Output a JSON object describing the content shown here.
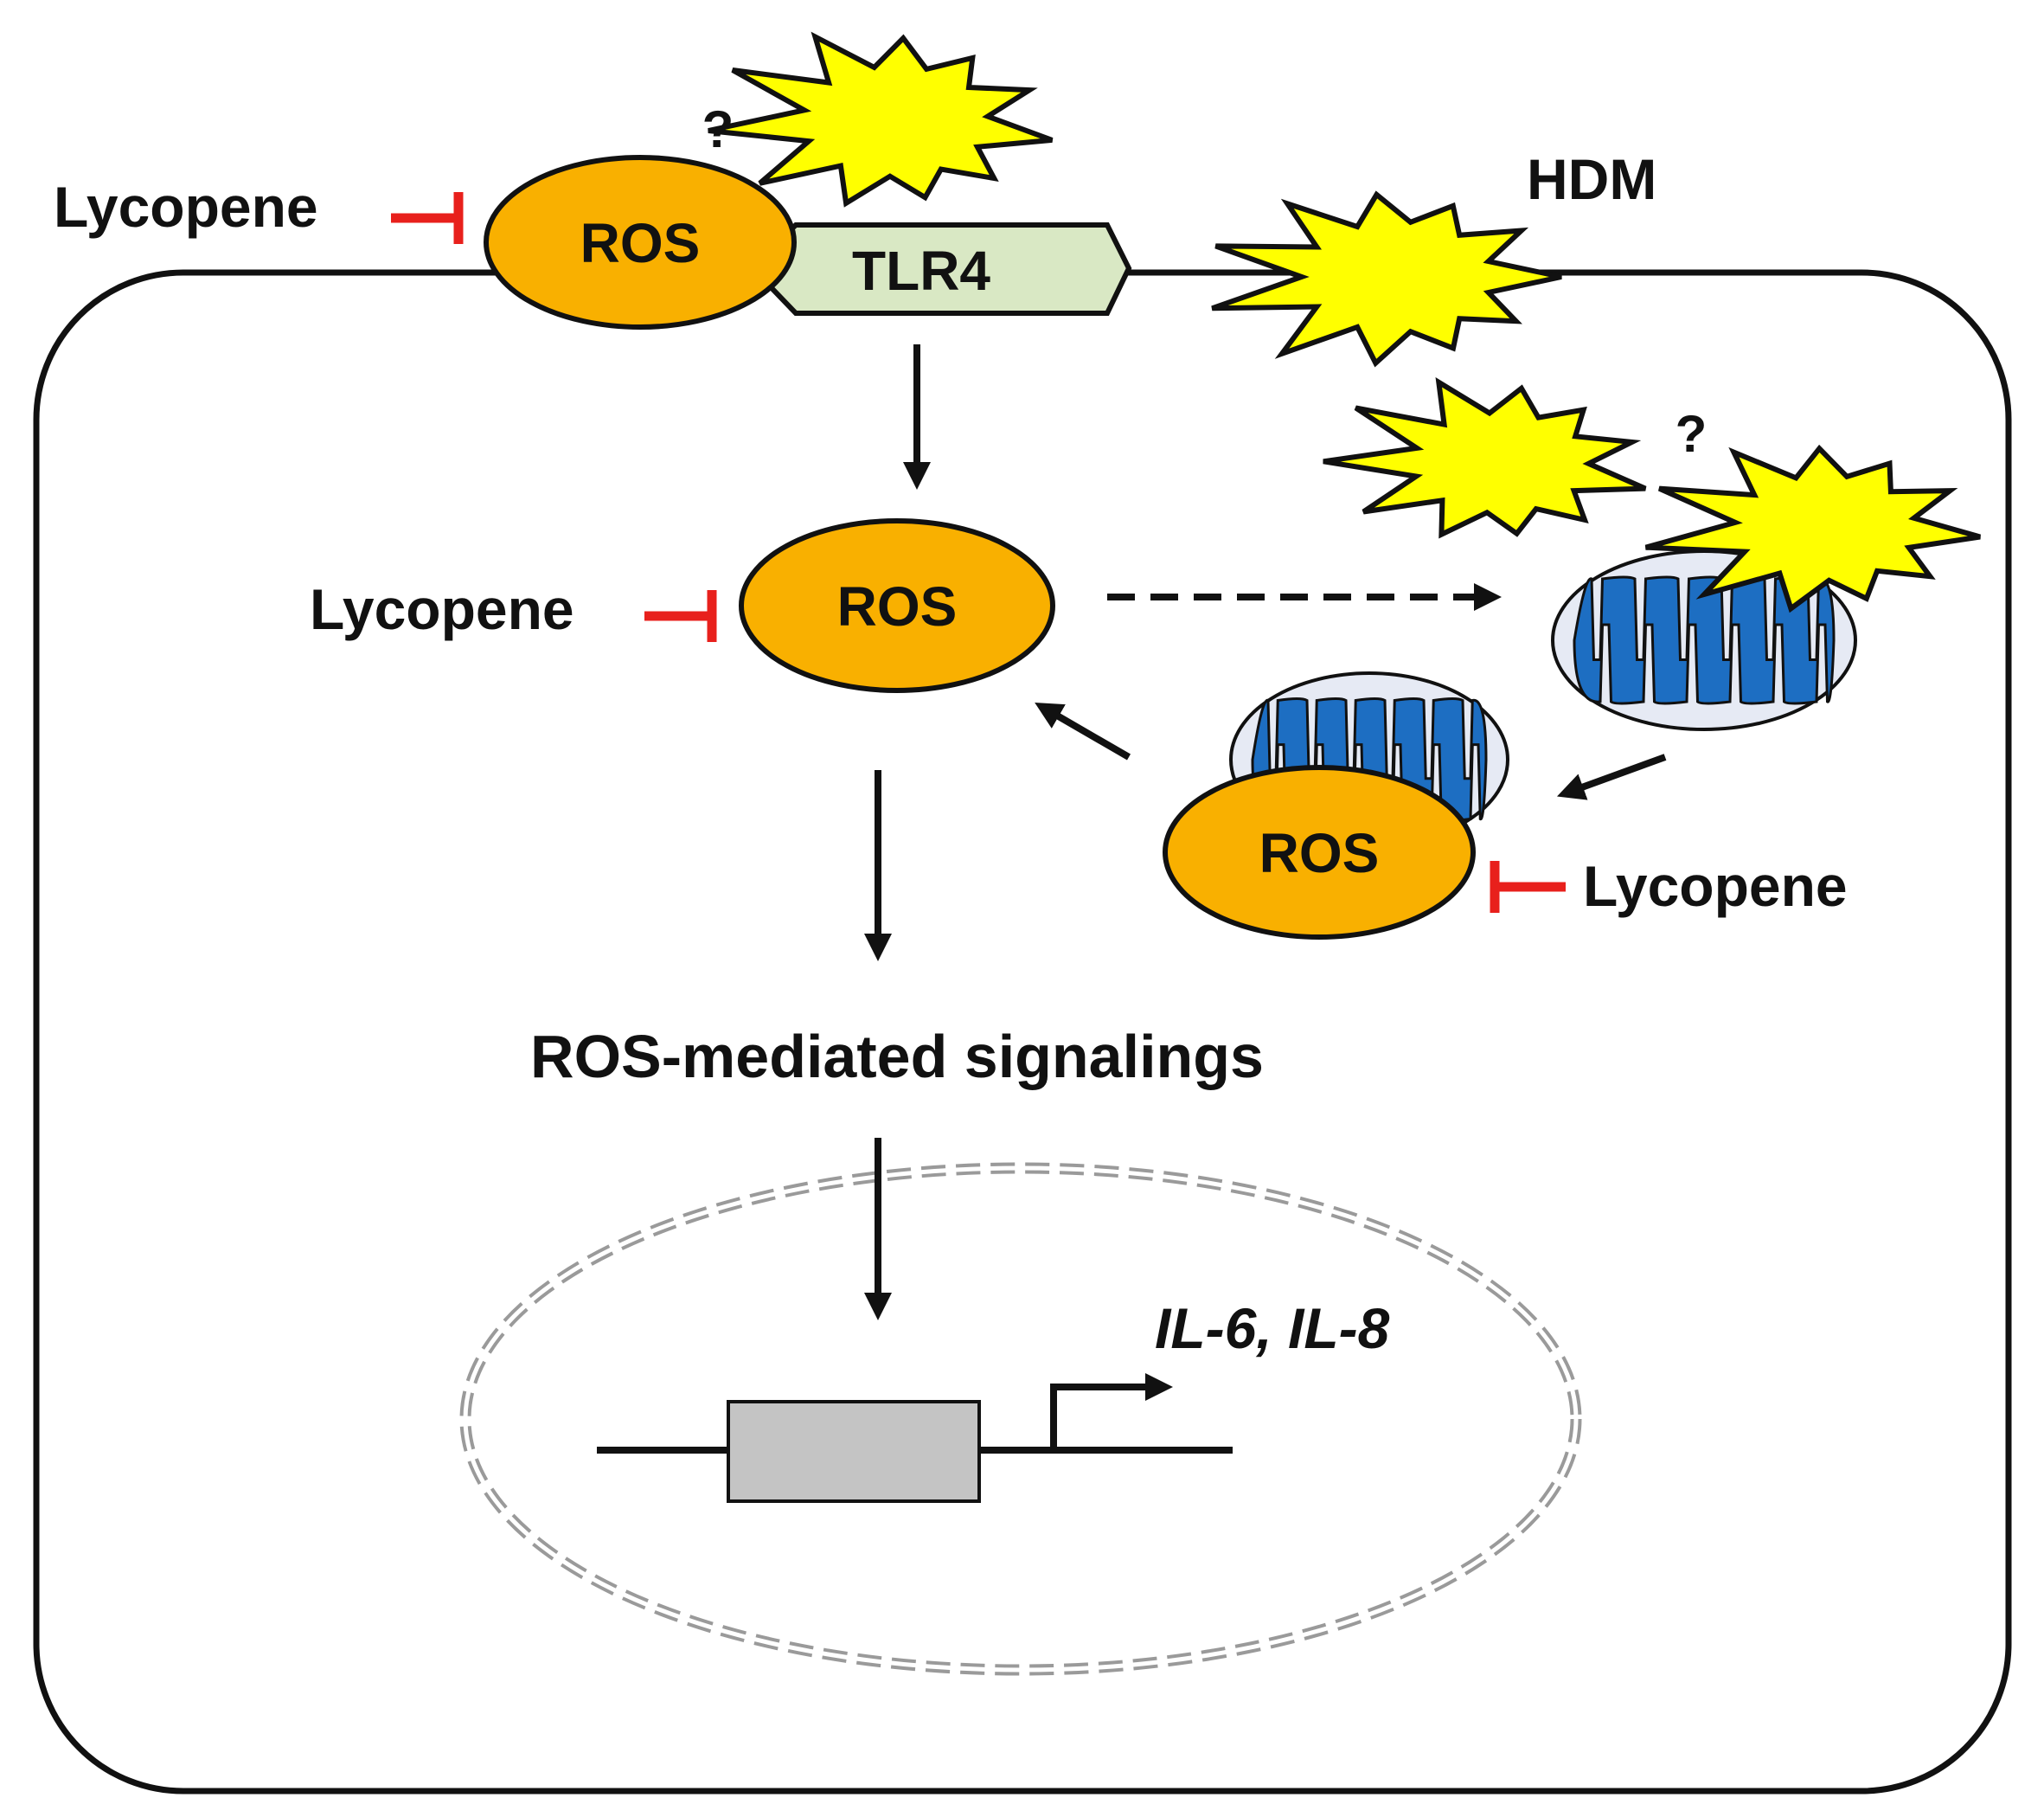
{
  "labels": {
    "lycopene": "Lycopene",
    "ros": "ROS",
    "tlr4": "TLR4",
    "hdm": "HDM",
    "question": "?",
    "signaling": "ROS-mediated signalings",
    "genes": "IL-6, IL-8"
  },
  "colors": {
    "ros_fill": "#F9B000",
    "tlr4_fill": "#D9E8C4",
    "hdm_fill": "#FFFF00",
    "inhibit": "#E8201C",
    "mito_outer": "#E6EAF4",
    "mito_inner": "#1D6EC2",
    "gene_box": "#C4C4C4",
    "line": "#111111"
  }
}
